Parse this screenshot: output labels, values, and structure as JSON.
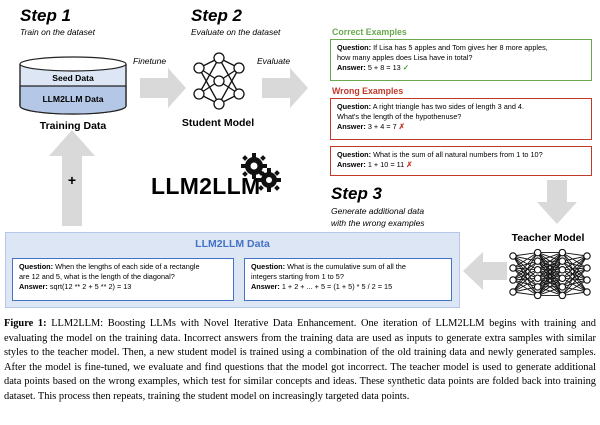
{
  "step1": {
    "title": "Step 1",
    "subtitle": "Train on the dataset"
  },
  "step2": {
    "title": "Step 2",
    "subtitle": "Evaluate on the dataset"
  },
  "step3": {
    "title": "Step 3",
    "subtitle_line1": "Generate additional data",
    "subtitle_line2": "with the wrong examples"
  },
  "dataset": {
    "layer1": "Seed Data",
    "layer2": "LLM2LLM Data",
    "label": "Training Data"
  },
  "arrows": {
    "finetune": "Finetune",
    "evaluate": "Evaluate",
    "plus": "+"
  },
  "student": {
    "label": "Student Model"
  },
  "teacher": {
    "label": "Teacher Model"
  },
  "logo": {
    "text": "LLM2LLM"
  },
  "correct": {
    "heading": "Correct Examples",
    "color": "#6aa84f",
    "q_label": "Question:",
    "q_line1": "If Lisa has 5 apples and Tom gives her 8 more apples,",
    "q_line2": "how many apples does Lisa have in total?",
    "a_label": "Answer:",
    "answer": "5 + 8 = 13"
  },
  "wrong": {
    "heading": "Wrong Examples",
    "color": "#c0392b",
    "ex1": {
      "q_label": "Question:",
      "q_line1": "A right triangle has two sides of length 3 and 4.",
      "q_line2": "What's the length of the hypothenuse?",
      "a_label": "Answer:",
      "answer": "3 + 4 = 7"
    },
    "ex2": {
      "q_label": "Question:",
      "q_line1": "What is the sum of all natural numbers from 1 to 10?",
      "a_label": "Answer:",
      "answer": "1 + 10 = 11"
    }
  },
  "llm2llm_data": {
    "heading": "LLM2LLM Data",
    "ex1": {
      "q_label": "Question:",
      "q_line1": "When the lengths of each side of a rectangle",
      "q_line2": "are 12 and 5, what is the length of the diagonal?",
      "a_label": "Answer:",
      "answer": "sqrt(12 ** 2 + 5 ** 2) = 13"
    },
    "ex2": {
      "q_label": "Question:",
      "q_line1": "What is the cumulative sum of all the",
      "q_line2": "integers starting from 1 to 5?",
      "a_label": "Answer:",
      "answer": "1 + 2 + ... + 5 = (1 + 5) * 5 / 2 = 15"
    }
  },
  "caption": {
    "label": "Figure 1:",
    "text": "LLM2LLM: Boosting LLMs with Novel Iterative Data Enhancement. One iteration of LLM2LLM begins with training and evaluating the model on the training data. Incorrect answers from the training data are used as inputs to generate extra samples with similar styles to the teacher model. Then, a new student model is trained using a combination of the old training data and newly generated samples. After the model is fine-tuned, we evaluate and find questions that the model got incorrect. The teacher model is used to generate additional data points based on the wrong examples, which test for similar concepts and ideas. These synthetic data points are folded back into training dataset. This process then repeats, training the student model on increasingly targeted data points."
  }
}
